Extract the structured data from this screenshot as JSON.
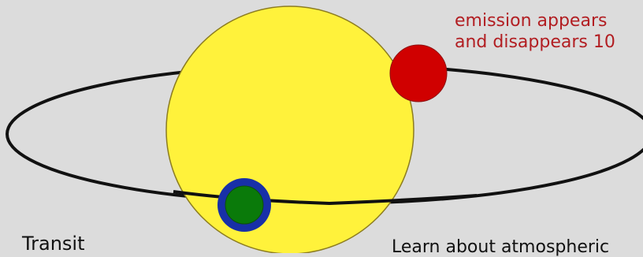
{
  "colors": {
    "background": "#dcdcdc",
    "star_fill": "#fff23b",
    "star_stroke": "#8c7c20",
    "planet_red": "#d00000",
    "planet_green": "#0a7a0a",
    "planet_ring": "#1830a8",
    "orbit": "#111111",
    "annotation_red": "#b21e22"
  },
  "labels": {
    "emission_line_1": "emission appears",
    "emission_line_2": "and disappears  10",
    "transit": "Transit",
    "learn": "Learn about atmospheric"
  }
}
